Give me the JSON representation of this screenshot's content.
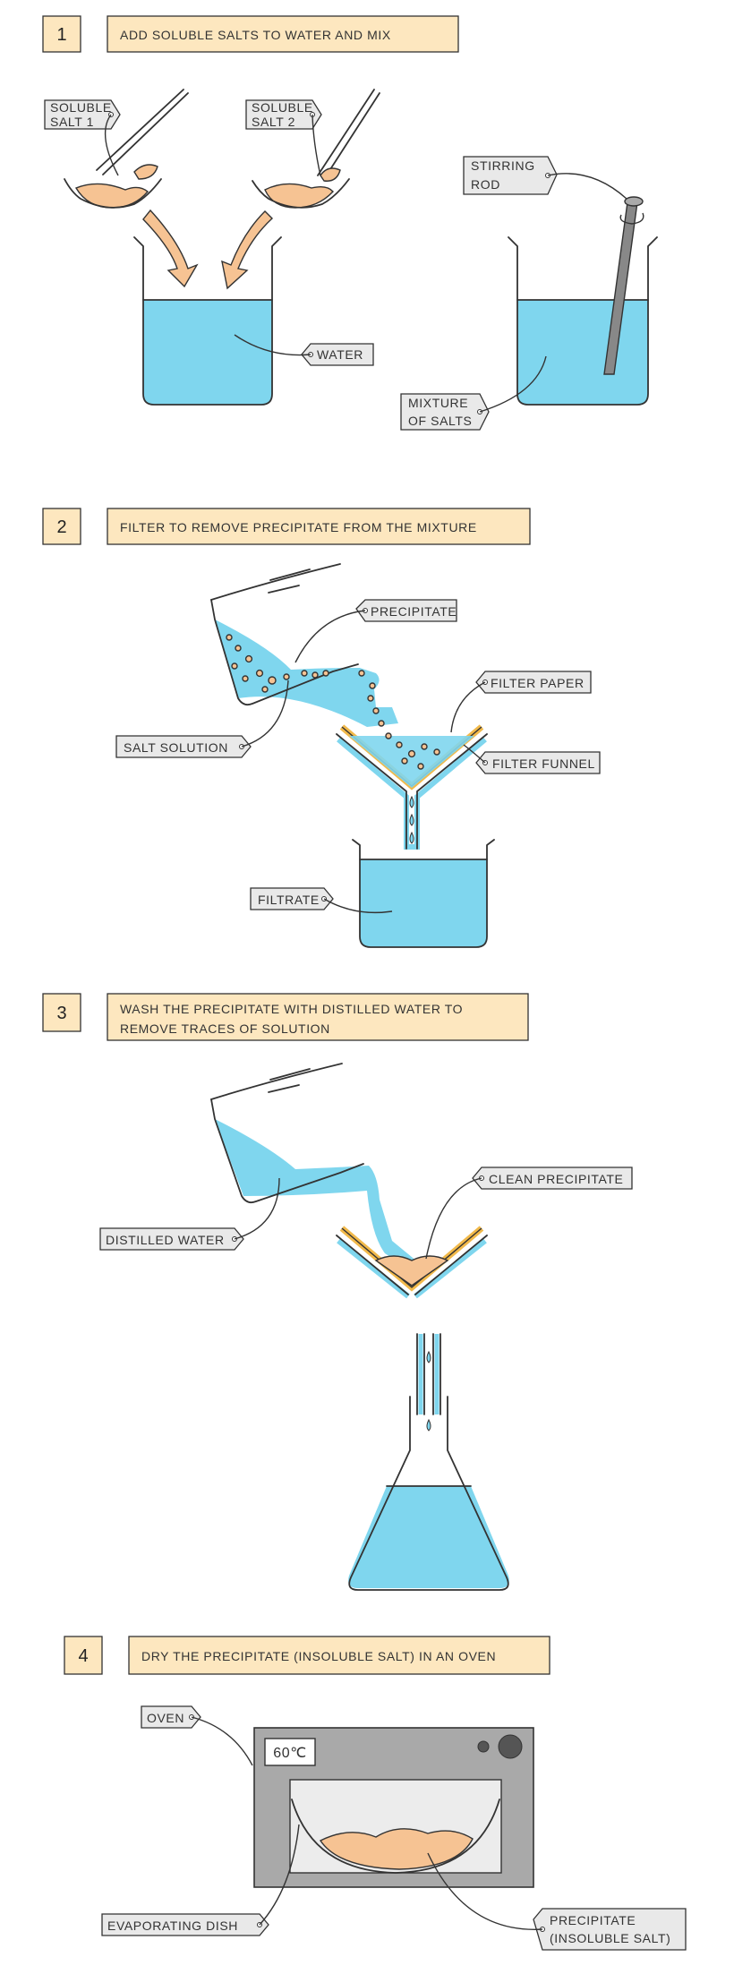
{
  "steps": [
    {
      "num": "1",
      "instruction": [
        "ADD SOLUBLE SALTS TO WATER AND MIX"
      ]
    },
    {
      "num": "2",
      "instruction": [
        "FILTER TO REMOVE PRECIPITATE FROM THE MIXTURE"
      ]
    },
    {
      "num": "3",
      "instruction": [
        "WASH THE PRECIPITATE WITH DISTILLED WATER TO",
        "REMOVE TRACES OF SOLUTION"
      ]
    },
    {
      "num": "4",
      "instruction": [
        "DRY THE PRECIPITATE (INSOLUBLE SALT) IN AN OVEN"
      ]
    }
  ],
  "labels": {
    "soluble_salt_1": [
      "SOLUBLE",
      "SALT 1"
    ],
    "soluble_salt_2": [
      "SOLUBLE",
      "SALT 2"
    ],
    "water": [
      "WATER"
    ],
    "stirring_rod": [
      "STIRRING",
      "ROD"
    ],
    "mixture_of_salts": [
      "MIXTURE",
      "OF SALTS"
    ],
    "precipitate": [
      "PRECIPITATE"
    ],
    "filter_paper": [
      "FILTER PAPER"
    ],
    "salt_solution": [
      "SALT SOLUTION"
    ],
    "filter_funnel": [
      "FILTER FUNNEL"
    ],
    "filtrate": [
      "FILTRATE"
    ],
    "clean_precipitate": [
      "CLEAN PRECIPITATE"
    ],
    "distilled_water": [
      "DISTILLED WATER"
    ],
    "oven": [
      "OVEN"
    ],
    "oven_temp": [
      "60℃"
    ],
    "evaporating_dish": [
      "EVAPORATING DISH"
    ],
    "precipitate_insoluble": [
      "PRECIPITATE",
      "(INSOLUBLE SALT)"
    ]
  },
  "colors": {
    "water": "#7fd6ee",
    "salt": "#f6c393",
    "instruction_box": "#fde7bf",
    "label_tag": "#e9e9e9",
    "filter_paper": "#f1b94a",
    "oven_body": "#a9a9a9"
  }
}
